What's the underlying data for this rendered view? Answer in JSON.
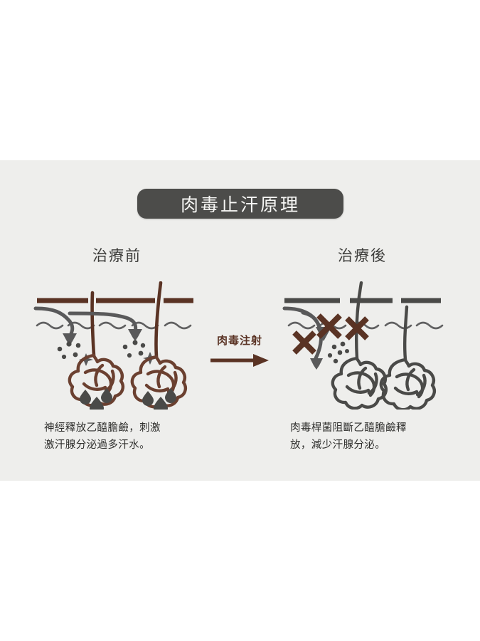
{
  "panel": {
    "background_color": "#eeeeec",
    "page_background_color": "#ffffff"
  },
  "title": {
    "text": "肉毒止汗原理",
    "banner_color": "#4c4c4a",
    "text_color": "#f7f7f5"
  },
  "columns": {
    "before": {
      "heading": "治療前",
      "caption_line1": "神經釋放乙醯膽鹼，刺激",
      "caption_line2": "激汗腺分泌過多汗水。"
    },
    "after": {
      "heading": "治療後",
      "caption_line1": "肉毒桿菌阻斷乙醯膽鹼釋",
      "caption_line2": "放，減少汗腺分泌。"
    }
  },
  "transition": {
    "label": "肉毒注射",
    "arrow_color": "#5a3324",
    "label_color": "#5a3324"
  },
  "colors": {
    "brown": "#5a3324",
    "brown_light": "#6b4030",
    "gray_dark": "#4a4a48",
    "gray_mid": "#59595a",
    "heading_text": "#3c3c3a",
    "body_text": "#2e2e2c"
  },
  "diagram_elements": {
    "skin_surface_line": "skin-surface-line",
    "hair_shaft": "hair-shaft",
    "nerve_fiber": "nerve-fiber",
    "nerve_terminal": "nerve-terminal",
    "acetylcholine_dots": "acetylcholine-dots",
    "sweat_gland": "sweat-gland-coil",
    "sweat_droplet": "sweat-droplet",
    "blocking_mark": "blocking-x-mark"
  }
}
